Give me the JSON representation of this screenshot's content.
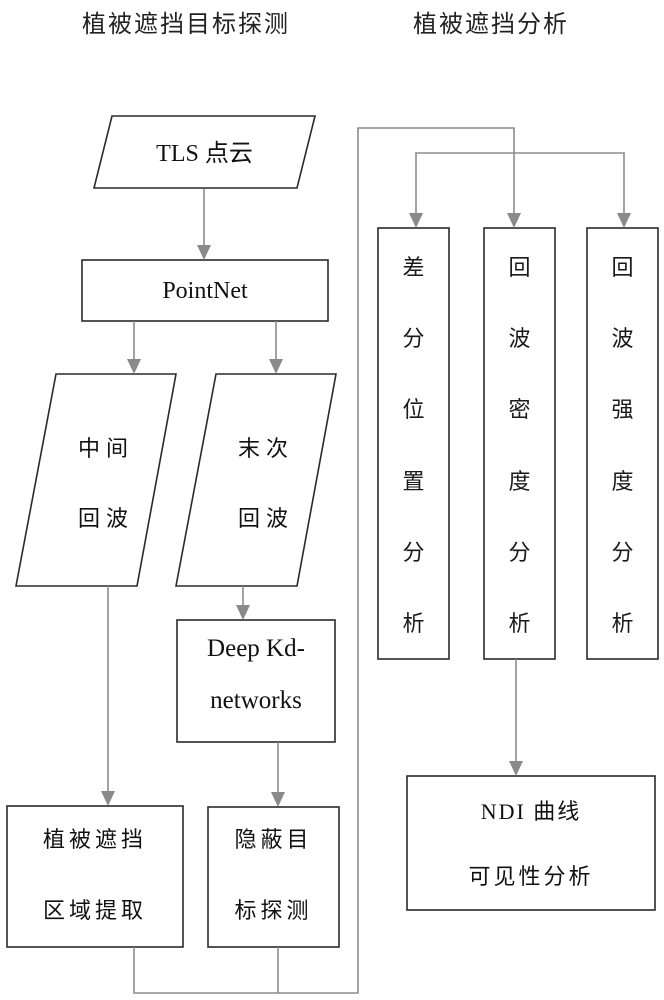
{
  "headings": {
    "left": "植被遮挡目标探测",
    "right": "植被遮挡分析"
  },
  "nodes": {
    "tls": {
      "label": "TLS 点云",
      "shape": "parallelogram"
    },
    "pointnet": {
      "label": "PointNet",
      "shape": "rectangle"
    },
    "middle_echo": {
      "lines": [
        "中间",
        "回波"
      ],
      "shape": "parallelogram"
    },
    "last_echo": {
      "lines": [
        "末次",
        "回波"
      ],
      "shape": "parallelogram"
    },
    "deep_kd": {
      "lines": [
        "Deep Kd-",
        "networks"
      ],
      "shape": "rectangle"
    },
    "region_extract": {
      "lines": [
        "植被遮挡",
        "区域提取"
      ],
      "shape": "rectangle"
    },
    "hidden_target": {
      "lines": [
        "隐蔽目",
        "标探测"
      ],
      "shape": "rectangle"
    },
    "diff_position": {
      "chars": [
        "差",
        "分",
        "位",
        "置",
        "分",
        "析"
      ],
      "shape": "rectangle"
    },
    "echo_density": {
      "chars": [
        "回",
        "波",
        "密",
        "度",
        "分",
        "析"
      ],
      "shape": "rectangle"
    },
    "echo_intensity": {
      "chars": [
        "回",
        "波",
        "强",
        "度",
        "分",
        "析"
      ],
      "shape": "rectangle"
    },
    "ndi": {
      "lines": [
        "NDI 曲线",
        "可见性分析"
      ],
      "shape": "rectangle"
    }
  },
  "edges": [
    {
      "from": "tls",
      "to": "pointnet"
    },
    {
      "from": "pointnet",
      "to": "middle_echo"
    },
    {
      "from": "pointnet",
      "to": "last_echo"
    },
    {
      "from": "last_echo",
      "to": "deep_kd"
    },
    {
      "from": "middle_echo",
      "to": "region_extract"
    },
    {
      "from": "deep_kd",
      "to": "hidden_target"
    },
    {
      "from": "region_extract",
      "to": "echo_density",
      "routing": "merged"
    },
    {
      "from": "hidden_target",
      "to": "echo_density",
      "routing": "merged"
    },
    {
      "from": "echo_density",
      "to": "diff_position"
    },
    {
      "from": "echo_density",
      "to": "echo_intensity"
    },
    {
      "from": "echo_density",
      "to": "ndi"
    }
  ],
  "colors": {
    "box_stroke": "#2a2a2a",
    "connector": "#8c8c8c",
    "arrowhead": "#8a8a8a"
  }
}
